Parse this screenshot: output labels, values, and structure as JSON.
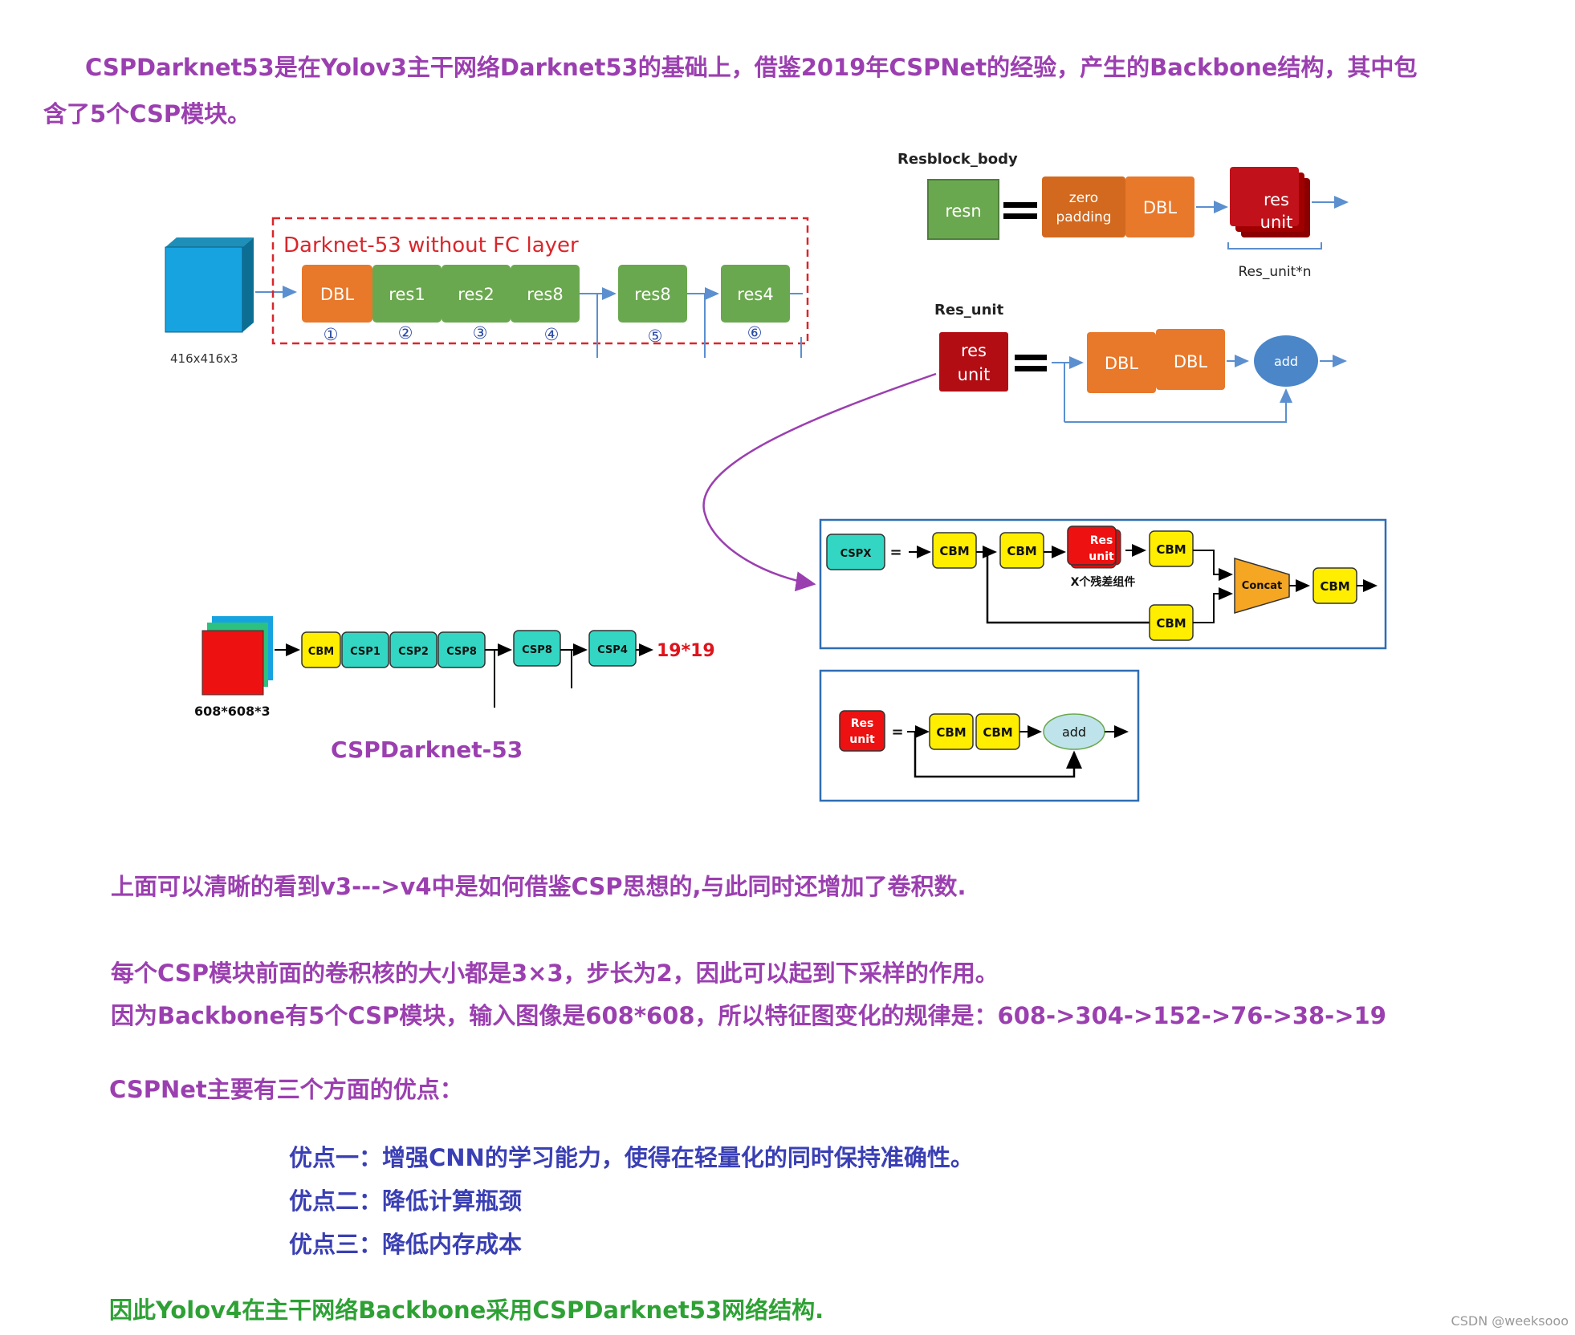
{
  "intro": {
    "line1": "CSPDarknet53是在Yolov3主干网络Darknet53的基础上，借鉴2019年CSPNet的经验，产生的Backbone结构，其中包",
    "line2": "含了5个CSP模块。"
  },
  "darknet": {
    "title": "Darknet-53 without FC layer",
    "input_label": "416x416x3",
    "blocks": [
      "DBL",
      "res1",
      "res2",
      "res8",
      "res8",
      "res4"
    ],
    "circled": [
      "①",
      "②",
      "③",
      "④",
      "⑤",
      "⑥"
    ]
  },
  "resblock": {
    "title": "Resblock_body",
    "lhs": "resn",
    "zero1": "zero",
    "zero2": "padding",
    "dbl": "DBL",
    "res1": "res",
    "res2": "unit",
    "label": "Res_unit*n"
  },
  "resunit": {
    "title": "Res_unit",
    "lhs1": "res",
    "lhs2": "unit",
    "dbl1": "DBL",
    "dbl2": "DBL",
    "add": "add"
  },
  "csp_darknet": {
    "title": "CSPDarknet-53",
    "input_label": "608*608*3",
    "blocks": [
      "CBM",
      "CSP1",
      "CSP2",
      "CSP8",
      "CSP8",
      "CSP4"
    ],
    "output": "19*19"
  },
  "cspx": {
    "lhs": "CSPX",
    "eq": "=",
    "cbm": "CBM",
    "res1": "Res",
    "res2": "unit",
    "caption": "X个残差组件",
    "concat": "Concat"
  },
  "resunit2": {
    "lhs1": "Res",
    "lhs2": "unit",
    "eq": "=",
    "cbm": "CBM",
    "add": "add"
  },
  "body": {
    "p1": "上面可以清晰的看到v3--->v4中是如何借鉴CSP思想的,与此同时还增加了卷积数.",
    "p2": "每个CSP模块前面的卷积核的大小都是3×3，步长为2，因此可以起到下采样的作用。",
    "p3": "因为Backbone有5个CSP模块，输入图像是608*608，所以特征图变化的规律是：608->304->152->76->38->19",
    "p4": "CSPNet主要有三个方面的优点：",
    "adv1": "优点一：增强CNN的学习能力，使得在轻量化的同时保持准确性。",
    "adv2": "优点二：降低计算瓶颈",
    "adv3": "优点三：降低内存成本",
    "conclusion": "因此Yolov4在主干网络Backbone采用CSPDarknet53网络结构."
  },
  "watermark": "CSDN @weeksooo",
  "colors": {
    "purple": "#9b3fb0",
    "blue": "#3a3fb4",
    "green": "#2ea135",
    "orange": "#e8782a",
    "resgreen": "#6aa84f",
    "teal": "#33d6c2",
    "yellow": "#ffee00",
    "red": "#d0121b"
  }
}
